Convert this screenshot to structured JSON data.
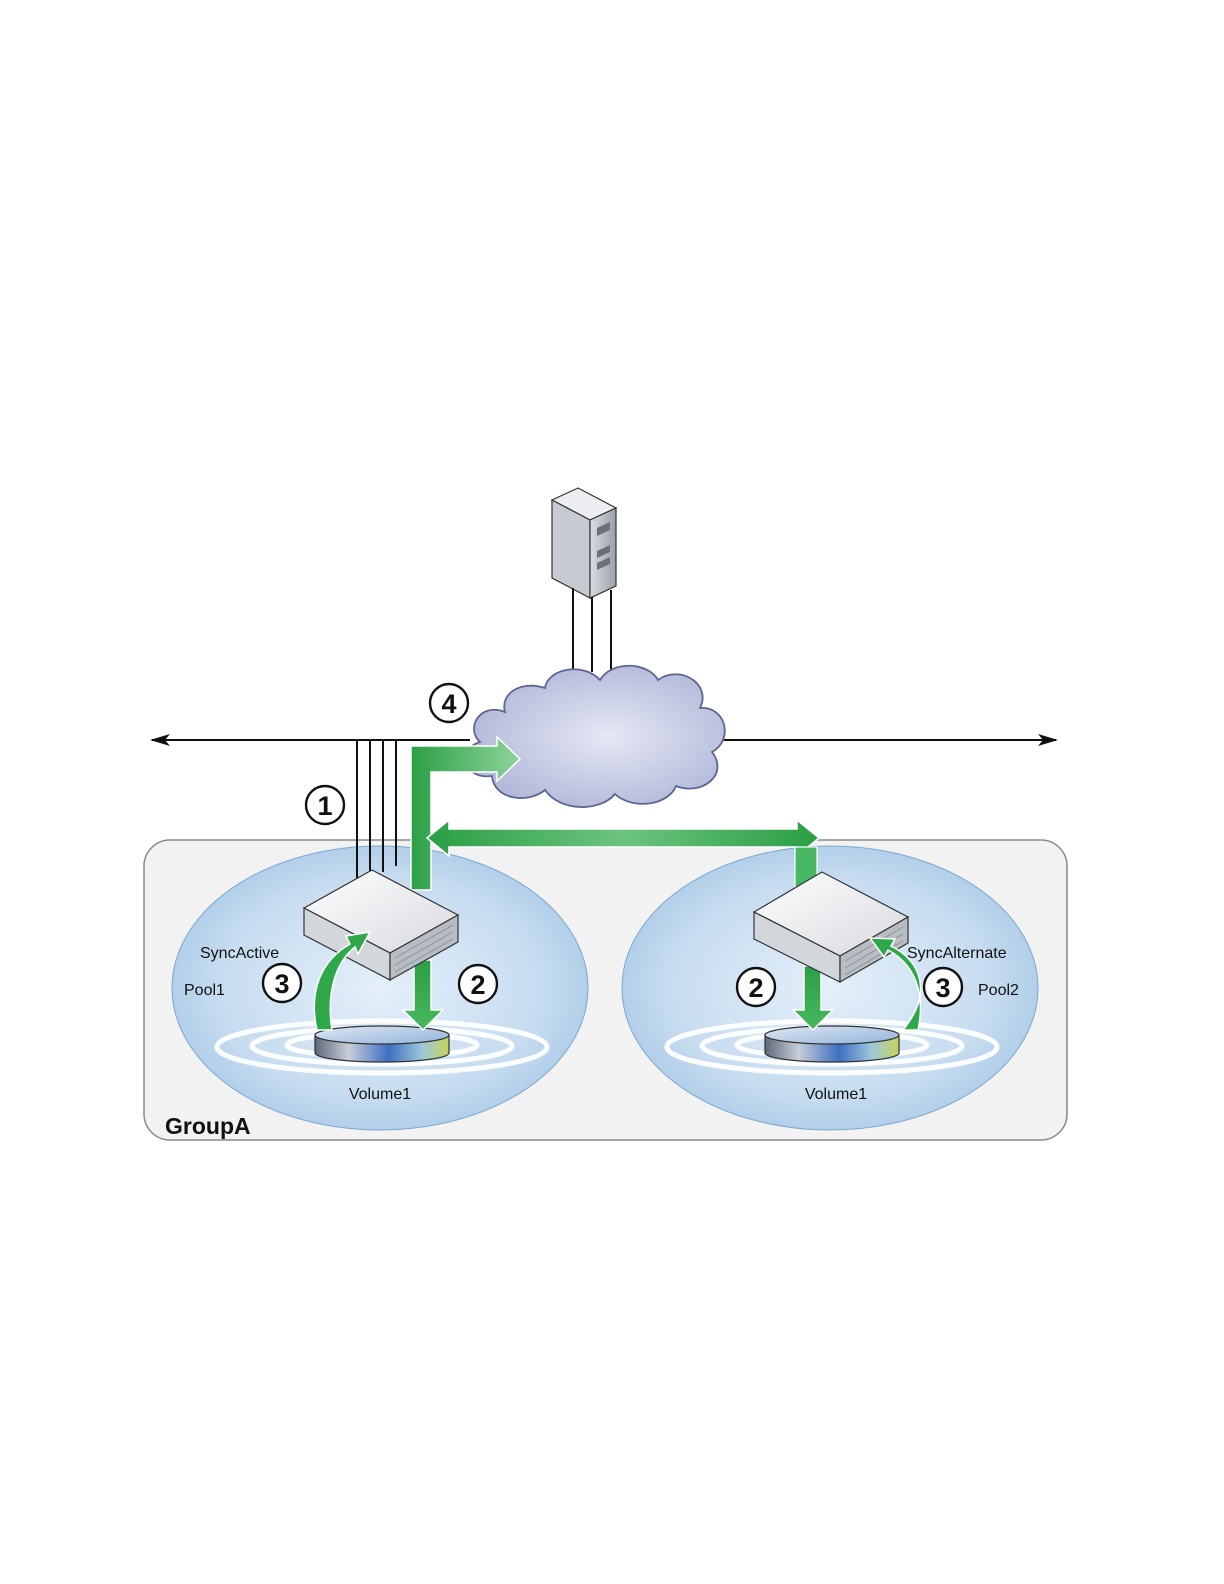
{
  "group": {
    "name": "GroupA"
  },
  "pools": [
    {
      "name": "Pool1",
      "member": "SyncActive",
      "volume": "Volume1"
    },
    {
      "name": "Pool2",
      "member": "SyncAlternate",
      "volume": "Volume1"
    }
  ],
  "steps": [
    "1",
    "2",
    "2",
    "3",
    "3",
    "4"
  ],
  "icons": [
    "server-icon",
    "network-cloud-icon",
    "storage-array-icon",
    "volume-disk-icon"
  ],
  "colors": {
    "flow_arrow": "#2fa84a",
    "pool_ellipse": "#b9d6ee",
    "group_box": "#f2f2f2",
    "cloud": "#c3c9e4",
    "line": "#111111"
  }
}
